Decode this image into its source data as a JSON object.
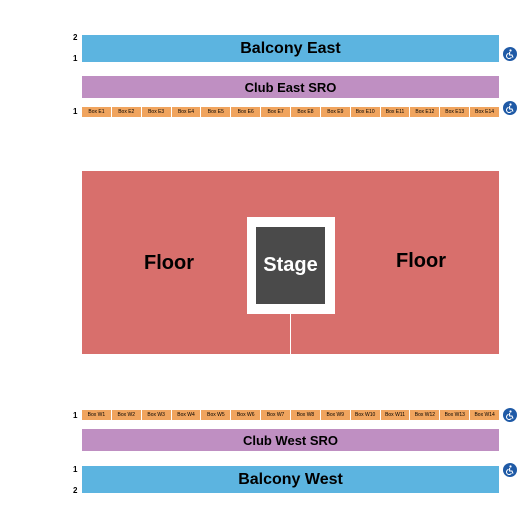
{
  "balcony_east": {
    "label": "Balcony East",
    "rows": [
      "2",
      "1"
    ]
  },
  "club_east": {
    "label": "Club East SRO"
  },
  "boxes_east": {
    "row": "1",
    "items": [
      "Box E1",
      "Box E2",
      "Box E3",
      "Box E4",
      "Box E5",
      "Box E6",
      "Box E7",
      "Box E8",
      "Box E9",
      "Box E10",
      "Box E11",
      "Box E12",
      "Box E13",
      "Box E14"
    ]
  },
  "floor": {
    "left_label": "Floor",
    "right_label": "Floor"
  },
  "stage": {
    "label": "Stage"
  },
  "boxes_west": {
    "row": "1",
    "items": [
      "Box W1",
      "Box W2",
      "Box W3",
      "Box W4",
      "Box W5",
      "Box W6",
      "Box W7",
      "Box W8",
      "Box W9",
      "Box W10",
      "Box W11",
      "Box W12",
      "Box W13",
      "Box W14"
    ]
  },
  "club_west": {
    "label": "Club West SRO"
  },
  "balcony_west": {
    "label": "Balcony West",
    "rows": [
      "1",
      "2"
    ]
  },
  "colors": {
    "balcony": "#5cb4e0",
    "club_sro": "#bf8fc2",
    "box": "#f0a45e",
    "floor": "#d86f6c",
    "stage": "#4a4a4a",
    "accessible": "#1f5aa6"
  },
  "icons": {
    "accessible": "wheelchair-icon"
  }
}
